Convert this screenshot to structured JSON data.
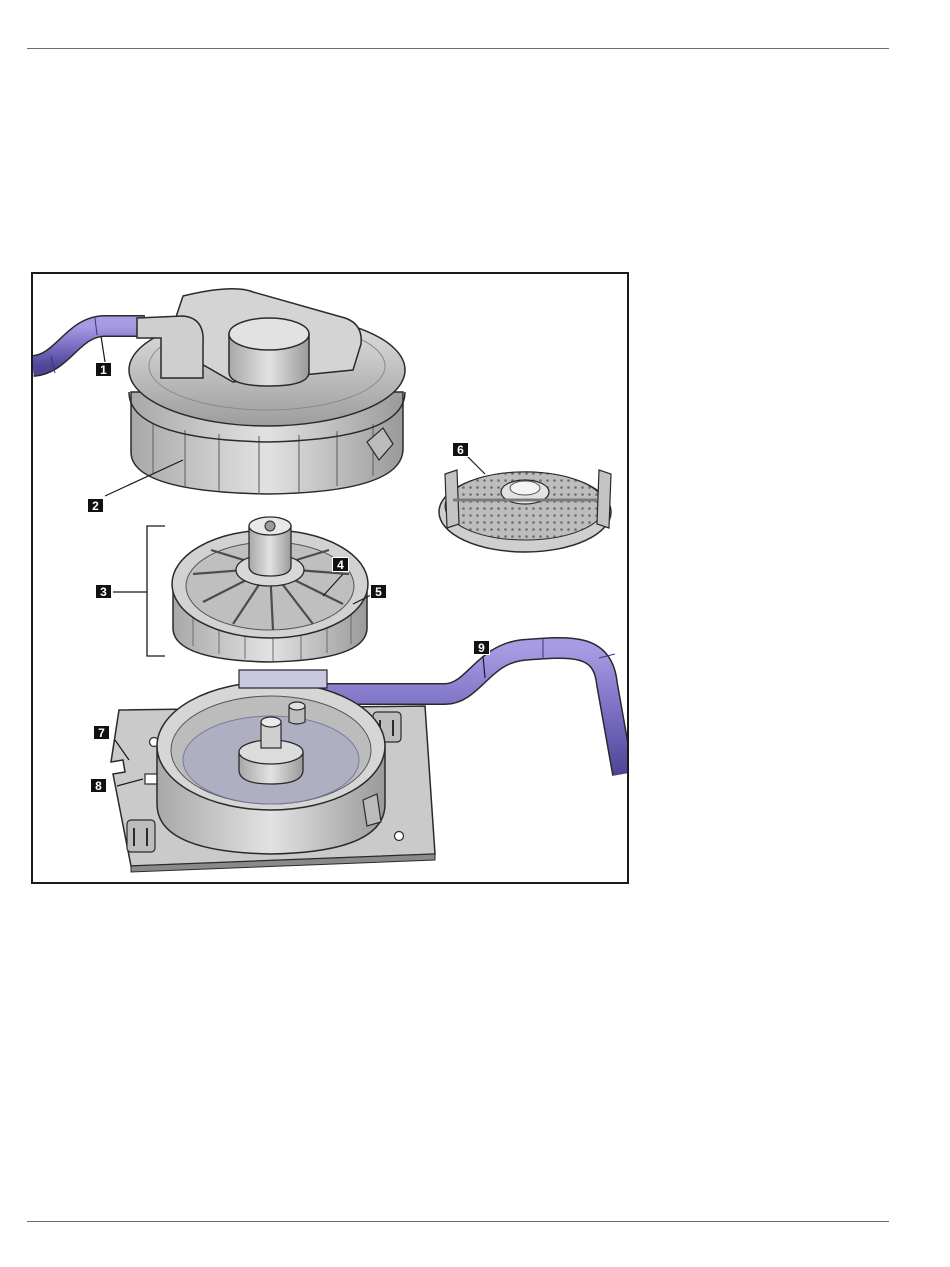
{
  "figure": {
    "callouts": [
      {
        "id": "1",
        "label": "1"
      },
      {
        "id": "2",
        "label": "2"
      },
      {
        "id": "3",
        "label": "3"
      },
      {
        "id": "4",
        "label": "4"
      },
      {
        "id": "5",
        "label": "5"
      },
      {
        "id": "6",
        "label": "6"
      },
      {
        "id": "7",
        "label": "7"
      },
      {
        "id": "8",
        "label": "8"
      },
      {
        "id": "9",
        "label": "9"
      }
    ],
    "colors": {
      "tubing": "#7b6fc4",
      "plastic": "#c9c9c9",
      "outline": "#2a2a2a",
      "callout_bg": "#111111"
    }
  }
}
